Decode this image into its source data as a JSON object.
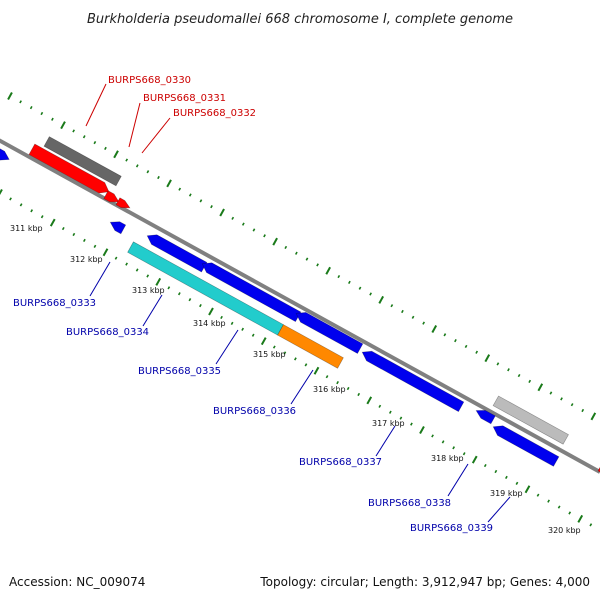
{
  "title": "Burkholderia pseudomallei 668 chromosome I, complete genome",
  "footer": {
    "accession": "Accession: NC_009074",
    "summary": "Topology: circular; Length: 3,912,947 bp; Genes: 4,000"
  },
  "colors": {
    "forward_label": "#cc0000",
    "reverse_label": "#0000aa",
    "backbone": "#808080",
    "tick": "#1a7a1a",
    "blue": "#0000ee",
    "red": "#ff0000",
    "dark_gray": "#666666",
    "light_gray": "#bbbbbb",
    "cyan": "#22cccc",
    "orange": "#ff8800"
  },
  "kbp_labels": [
    "311 kbp",
    "312 kbp",
    "313 kbp",
    "314 kbp",
    "315 kbp",
    "316 kbp",
    "317 kbp",
    "318 kbp",
    "319 kbp",
    "320 kbp"
  ],
  "forward_genes": [
    {
      "label": "BURPS668_0330"
    },
    {
      "label": "BURPS668_0331"
    },
    {
      "label": "BURPS668_0332"
    }
  ],
  "reverse_genes": [
    {
      "label": "BURPS668_0333"
    },
    {
      "label": "BURPS668_0334"
    },
    {
      "label": "BURPS668_0335"
    },
    {
      "label": "BURPS668_0336"
    },
    {
      "label": "BURPS668_0337"
    },
    {
      "label": "BURPS668_0338"
    },
    {
      "label": "BURPS668_0339"
    }
  ]
}
